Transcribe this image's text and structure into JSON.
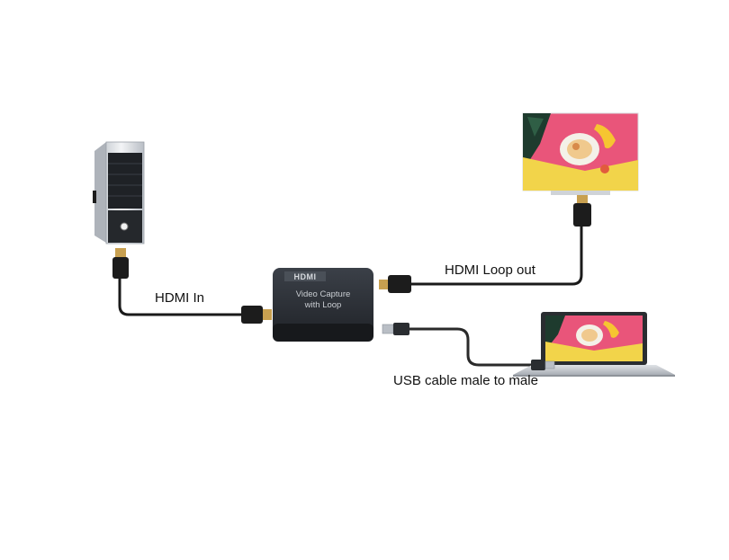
{
  "labels": {
    "hdmi_in": "HDMI In",
    "hdmi_loop_out": "HDMI Loop out",
    "usb_cable": "USB cable male to male"
  },
  "device": {
    "logo": "HDMI",
    "line1": "Video   Capture",
    "line2": "with Loop"
  },
  "colors": {
    "cable": "#1a1a1a",
    "device_body": "#2b2f35",
    "connector_gold": "#c8a050",
    "tv_screen_bg": "#e9557a"
  }
}
